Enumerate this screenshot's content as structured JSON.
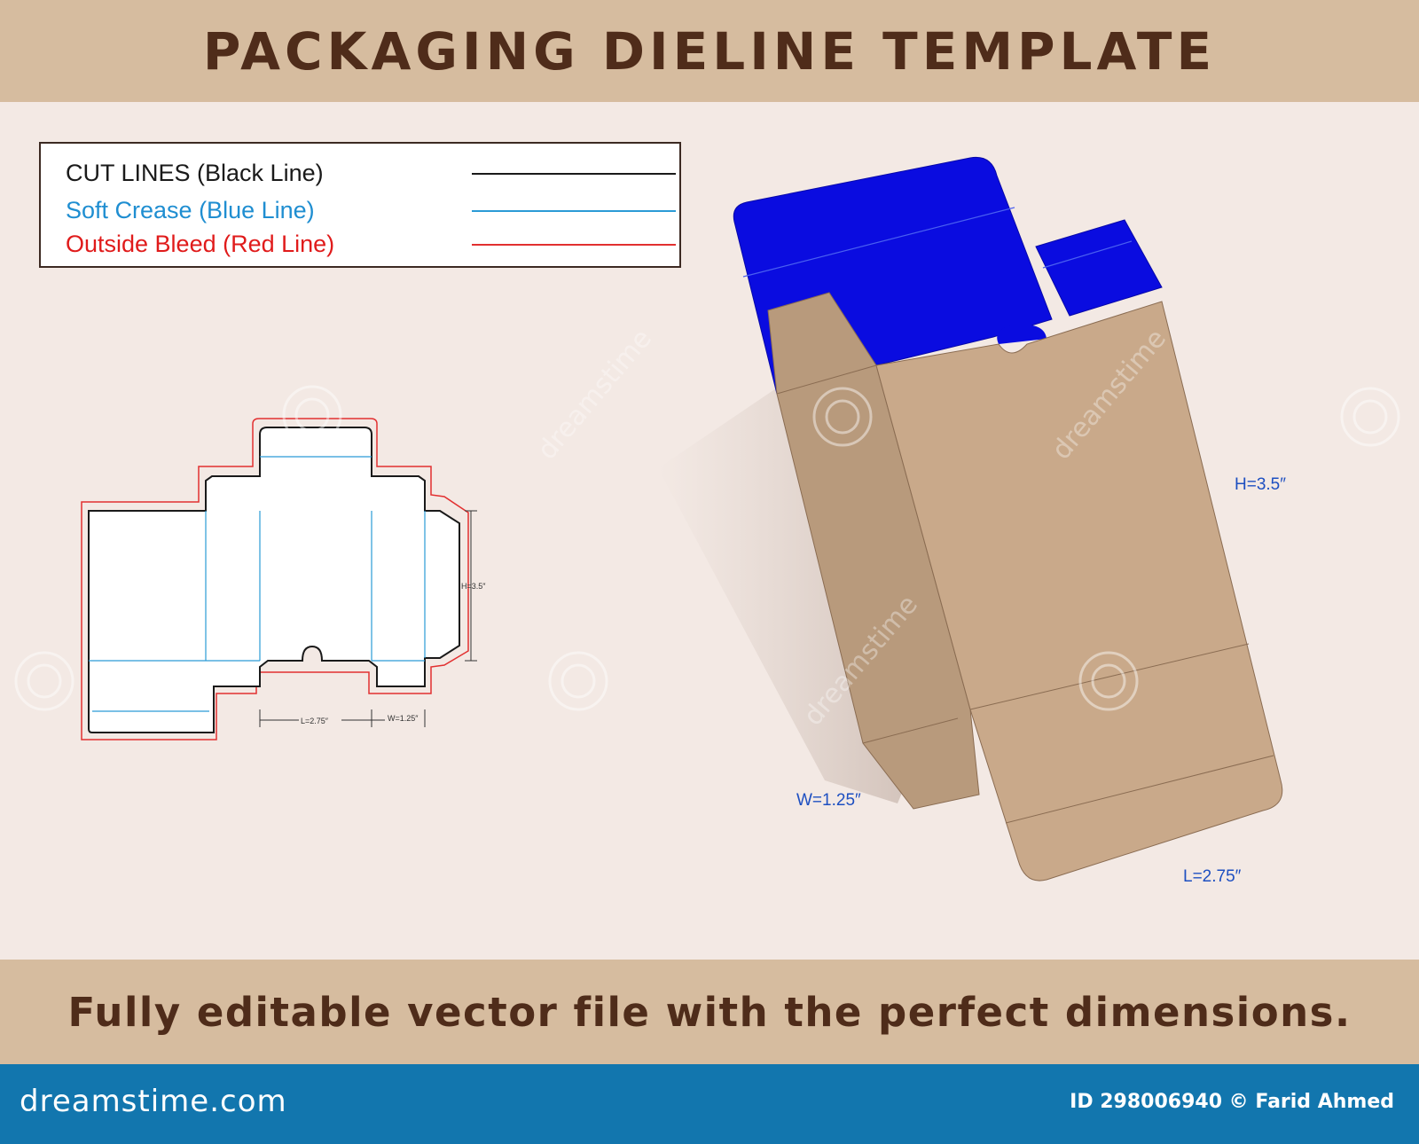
{
  "header": {
    "title": "PACKAGING DIELINE TEMPLATE"
  },
  "legend": {
    "cut": "CUT LINES (Black Line)",
    "soft": "Soft Crease (Blue Line)",
    "bleed": "Outside Bleed (Red Line)"
  },
  "dieline": {
    "height_label": "H=3.5″",
    "length_label": "L=2.75″",
    "width_label": "W=1.25″"
  },
  "box3d": {
    "height_label": "H=3.5″",
    "width_label": "W=1.25″",
    "length_label": "L=2.75″"
  },
  "footer": {
    "tagline": "Fully editable vector file with the perfect dimensions.",
    "logo": "dreamstime.com",
    "credit": "ID 298006940 © Farid Ahmed",
    "watermark": "dreamstime"
  },
  "colors": {
    "band": "#d6bc9f",
    "title_text": "#4f2c1a",
    "cut_line": "#1a1a1a",
    "crease_line": "#2a9bd6",
    "bleed_line": "#e23030",
    "inner_flap_blue": "#0a0ce0",
    "kraft_front": "#c9a98a",
    "kraft_side": "#b89a7c",
    "footer_bar": "#1276ae"
  }
}
